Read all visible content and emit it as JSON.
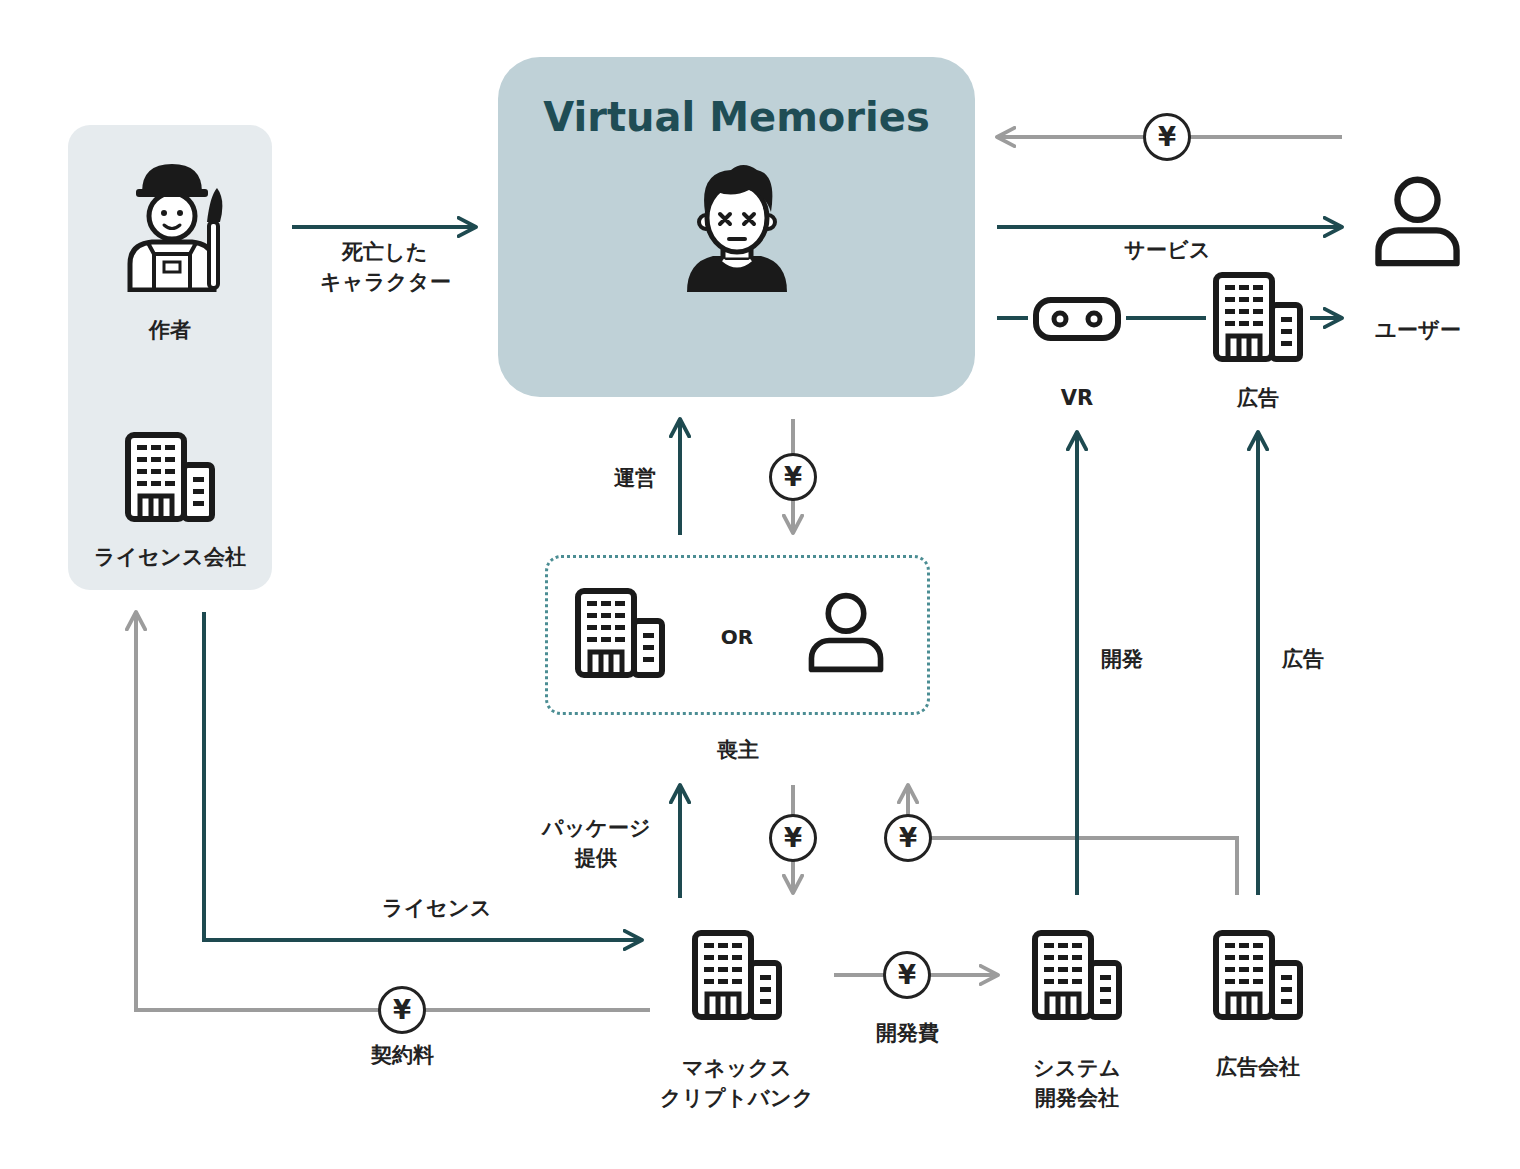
{
  "diagram": {
    "nodes": [
      {
        "text": [
          "作者",
          "ライセンス会社"
        ]
      },
      {
        "text": [
          "Virtual Memories"
        ]
      },
      {
        "text": [
          "ユーザー"
        ]
      },
      {
        "text": [
          "VR"
        ]
      },
      {
        "text": [
          "広告"
        ]
      },
      {
        "text": [
          "OR",
          "喪主"
        ]
      },
      {
        "text": [
          "マネックス クリプトバンク"
        ]
      },
      {
        "text": [
          "システム 開発会社"
        ]
      },
      {
        "text": [
          "広告会社"
        ]
      }
    ],
    "edges": [
      {
        "from": 0,
        "to": 1,
        "label": "死亡した キャラクター",
        "arrow": "to"
      },
      {
        "from": 2,
        "to": 1,
        "label": "¥",
        "arrow": "to"
      },
      {
        "from": 1,
        "to": 2,
        "label": "サービス",
        "arrow": "to"
      },
      {
        "from": 1,
        "to": 3,
        "arrow": "none"
      },
      {
        "from": 3,
        "to": 4,
        "arrow": "none"
      },
      {
        "from": 4,
        "to": 2,
        "arrow": "to"
      },
      {
        "from": 5,
        "to": 1,
        "label": "運営",
        "arrow": "to"
      },
      {
        "from": 1,
        "to": 5,
        "label": "¥",
        "arrow": "to"
      },
      {
        "from": 6,
        "to": 5,
        "label": "パッケージ 提供",
        "arrow": "to"
      },
      {
        "from": 5,
        "to": 6,
        "label": "¥",
        "arrow": "to"
      },
      {
        "from": 8,
        "to": 5,
        "label": "¥",
        "arrow": "to"
      },
      {
        "from": 0,
        "to": 6,
        "label": "ライセンス",
        "arrow": "to"
      },
      {
        "from": 6,
        "to": 0,
        "label": "¥",
        "arrow": "to"
      },
      {
        "from": 6,
        "to": 7,
        "label": "¥",
        "arrow": "to"
      },
      {
        "from": 7,
        "to": 3,
        "label": "開発",
        "arrow": "to"
      },
      {
        "from": 8,
        "to": 4,
        "label": "広告",
        "arrow": "to"
      }
    ],
    "labels": [
      "契約料",
      "開発費"
    ]
  }
}
